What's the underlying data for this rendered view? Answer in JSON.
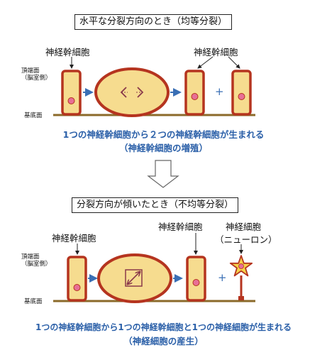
{
  "colors": {
    "cell_border": "#b5341f",
    "cell_fill": "#f6dc8f",
    "nucleus": "#e86f96",
    "ground": "#8b6a2a",
    "arrow_blue": "#3a6fb5",
    "caption_blue": "#2a5fa8",
    "spindle": "#8a3a4a",
    "neuron_fill": "#f5d24a"
  },
  "section1": {
    "title": "水平な分裂方向のとき（均等分裂）",
    "label_left": "神経幹細胞",
    "label_right": "神経幹細胞",
    "apical": "頂端面",
    "apical_side": "（脳室側）",
    "basal": "基底面",
    "plus": "+",
    "caption_line1": "1つの神経幹細胞から２つの神経幹細胞が生まれる",
    "caption_line2": "（神経幹細胞の増殖）"
  },
  "section2": {
    "title": "分裂方向が傾いたとき（不均等分裂）",
    "label_left": "神経幹細胞",
    "label_stem": "神経幹細胞",
    "label_neuron": "神経細胞",
    "label_neuron_sub": "（ニューロン）",
    "apical": "頂端面",
    "apical_side": "（脳室側）",
    "basal": "基底面",
    "plus": "+",
    "caption_line1": "1つの神経幹細胞から1つの神経幹細胞と1つの神経細胞が生まれる",
    "caption_line2": "（神経細胞の産生）"
  }
}
